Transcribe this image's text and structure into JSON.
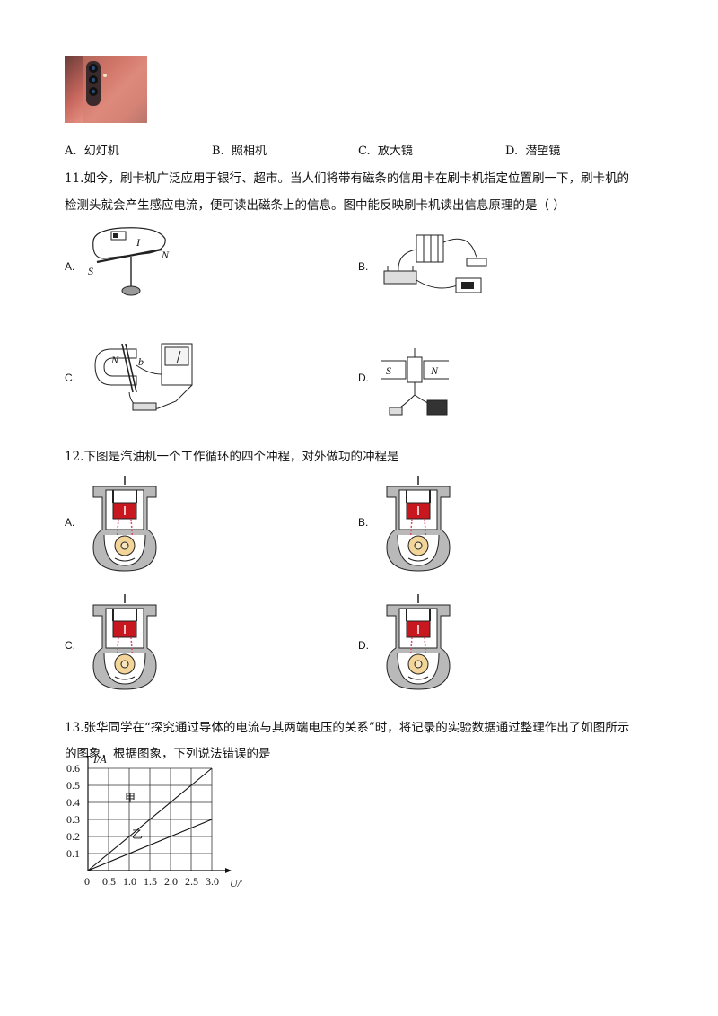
{
  "q10": {
    "options": [
      {
        "letter": "A.",
        "text": "幻灯机"
      },
      {
        "letter": "B.",
        "text": "照相机"
      },
      {
        "letter": "C.",
        "text": "放大镜"
      },
      {
        "letter": "D.",
        "text": "潜望镜"
      }
    ]
  },
  "q11": {
    "line1": "11.如今，刷卡机广泛应用于银行、超市。当人们将带有磁条的信用卡在刷卡机指定位置刷一下，刷卡机的",
    "line2": "检测头就会产生感应电流，便可读出磁条上的信息。图中能反映刷卡机读出信息原理的是（    ）",
    "options": [
      "A.",
      "B.",
      "C.",
      "D."
    ],
    "fig_labels": {
      "a_s": "S",
      "a_n": "N",
      "a_i": "I",
      "c_n": "N",
      "c_b": "b",
      "d_s": "S",
      "d_n": "N"
    }
  },
  "q12": {
    "stem": "12.下图是汽油机一个工作循环的四个冲程，对外做功的冲程是",
    "options": [
      "A.",
      "B.",
      "C.",
      "D."
    ]
  },
  "q13": {
    "line1": "13.张华同学在“探究通过导体的电流与其两端电压的关系”时，将记录的实验数据通过整理作出了如图所示",
    "line2": "的图象，根据图象，下列说法错误的是"
  },
  "chart_data": {
    "type": "line",
    "xlabel": "U/V",
    "ylabel": "I/A",
    "x_ticks": [
      "0",
      "0.5",
      "1.0",
      "1.5",
      "2.0",
      "2.5",
      "3.0"
    ],
    "y_ticks": [
      "0.1",
      "0.2",
      "0.3",
      "0.4",
      "0.5",
      "0.6"
    ],
    "xlim": [
      0,
      3.0
    ],
    "ylim": [
      0,
      0.6
    ],
    "grid": true,
    "series": [
      {
        "name": "甲",
        "x": [
          0,
          3.0
        ],
        "y": [
          0,
          0.6
        ]
      },
      {
        "name": "乙",
        "x": [
          0,
          3.0
        ],
        "y": [
          0,
          0.3
        ]
      }
    ]
  },
  "colors": {
    "piston": "#c8171e",
    "photo": "#d8897d"
  }
}
